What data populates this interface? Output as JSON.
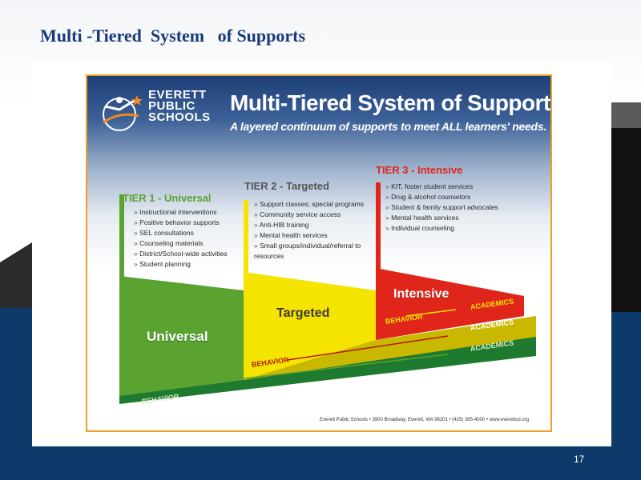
{
  "slide": {
    "title": "Multi -Tiered  System   of Supports",
    "page_number": "17"
  },
  "poster": {
    "logo_lines": [
      "EVERETT",
      "PUBLIC",
      "SCHOOLS"
    ],
    "title": "Multi-Tiered System of Supports",
    "subtitle": "A layered continuum of supports to meet ALL learners' needs.",
    "tier1": {
      "title": "TIER 1 - Universal",
      "color": "#5aa331",
      "items": [
        "Instructional interventions",
        "Positive behavior supports",
        "SEL consultations",
        "Counseling materials",
        "District/School-wide activities",
        "Student planning"
      ],
      "level_label": "Universal",
      "behavior_label": "BEHAVIOR",
      "academics_label": "ACADEMICS"
    },
    "tier2": {
      "title": "TIER 2 - Targeted",
      "color": "#f5e400",
      "items": [
        "Support classes; special programs",
        "Community service access",
        "Anti-HIB training",
        "Mental health services",
        "Small groups/individual/referral to resources"
      ],
      "level_label": "Targeted",
      "behavior_label": "BEHAVIOR",
      "academics_label": "ACADEMICS"
    },
    "tier3": {
      "title": "TIER 3 - Intensive",
      "color": "#e0261b",
      "items": [
        "KIT, foster student services",
        "Drug & alcohol counselors",
        "Student & family support advocates",
        "Mental health services",
        "Individual counseling"
      ],
      "level_label": "Intensive",
      "behavior_label": "BEHAVIOR",
      "academics_label": "ACADEMICS"
    },
    "footer": "Everett Public Schools  •  3900 Broadway, Everett, WA 98201  •  (425) 385-4000  •  www.everettsd.org"
  }
}
